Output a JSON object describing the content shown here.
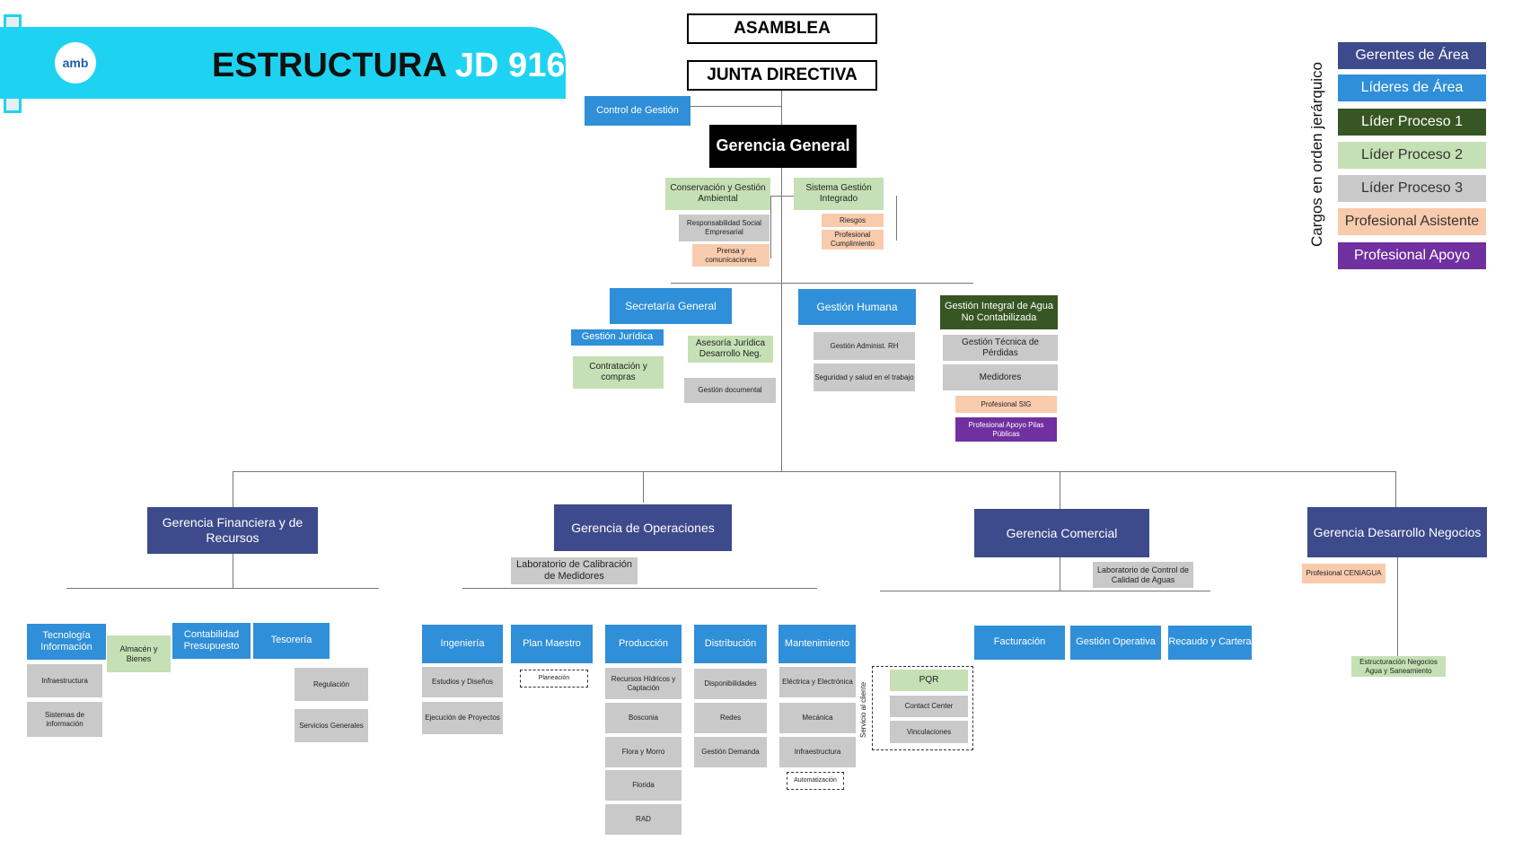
{
  "header": {
    "logo_text": "amb",
    "title_main": "ESTRUCTURA",
    "title_accent": "JD 916"
  },
  "legend": {
    "caption": "Cargos en orden jerárquico",
    "items": [
      {
        "label": "Gerentes de Área",
        "color": "#3d4a8b"
      },
      {
        "label": "Líderes de Área",
        "color": "#2f8fd8"
      },
      {
        "label": "Líder Proceso 1",
        "color": "#375623"
      },
      {
        "label": "Líder Proceso 2",
        "color": "#c5e0b4"
      },
      {
        "label": "Líder Proceso 3",
        "color": "#c9c9c9"
      },
      {
        "label": "Profesional Asistente",
        "color": "#f8cbad"
      },
      {
        "label": "Profesional Apoyo",
        "color": "#7030a0"
      }
    ]
  },
  "org": {
    "asamblea": "ASAMBLEA",
    "junta": "JUNTA DIRECTIVA",
    "control": "Control de Gestión",
    "gerencia_general": "Gerencia General",
    "conservacion": "Conservación y Gestión Ambiental",
    "responsabilidad": "Responsabilidad Social Empresarial",
    "prensa": "Prensa y comunicaciones",
    "sig": "Sistema Gestión Integrado",
    "riesgos": "Riesgos",
    "prof_cumplimiento": "Profesional Cumplimiento",
    "secretaria": "Secretaría General",
    "gestion_juridica": "Gestión Jurídica",
    "asesoria": "Asesoría Jurídica Desarrollo Neg.",
    "contratacion": "Contratación y compras",
    "gestion_documental": "Gestión documental",
    "gestion_humana": "Gestión Humana",
    "admin_rh": "Gestión Administ. RH",
    "seguridad": "Seguridad y salud en el trabajo",
    "gestion_integral": "Gestión Integral de Agua No Contabilizada",
    "gestion_tecnica": "Gestión Técnica de Pérdidas",
    "medidores": "Medidores",
    "prof_sig": "Profesional SIG",
    "prof_apoyo_pilas": "Profesional Apoyo Pilas Públicas",
    "ger_financiera": "Gerencia Financiera y de Recursos",
    "tecnologia": "Tecnología Información",
    "infra_ti": "Infraestructura",
    "sistemas_info": "Sistemas de información",
    "almacen": "Almacén y Bienes",
    "contabilidad": "Contabilidad Presupuesto",
    "tesoreria": "Tesorería",
    "regulacion": "Regulación",
    "servicios_generales": "Servicios Generales",
    "ger_operaciones": "Gerencia de Operaciones",
    "laboratorio_calibracion": "Laboratorio de Calibración de Medidores",
    "ingenieria": "Ingeniería",
    "estudios": "Estudios y Diseños",
    "ejecucion": "Ejecución de Proyectos",
    "plan_maestro": "Plan Maestro",
    "planeacion": "Planeación",
    "produccion": "Producción",
    "recursos_hidricos": "Recursos Hídricos y Captación",
    "bosconia": "Bosconia",
    "flora": "Flora y Morro",
    "florida": "Florida",
    "rad": "RAD",
    "distribucion": "Distribución",
    "disponibilidades": "Disponibilidades",
    "redes": "Redes",
    "gestion_demanda": "Gestión Demanda",
    "mantenimiento": "Mantenimiento",
    "electrica": "Eléctrica y Electrónica",
    "mecanica": "Mecánica",
    "infra_mant": "Infraestructura",
    "automatizacion": "Automatización",
    "ger_comercial": "Gerencia Comercial",
    "laboratorio_control": "Laboratorio de Control de Calidad de Aguas",
    "servicio_cliente": "Servicio al cliente",
    "pqr": "PQR",
    "contact_center": "Contact Center",
    "vinculaciones": "Vinculaciones",
    "facturacion": "Facturación",
    "gestion_operativa": "Gestión Operativa",
    "recaudo": "Recaudo y Cartera",
    "ger_desarrollo": "Gerencia Desarrollo Negocios",
    "prof_ceniagua": "Profesional CENIAGUA",
    "estructuracion": "Estructuración Negocios Agua y Saneamiento"
  }
}
